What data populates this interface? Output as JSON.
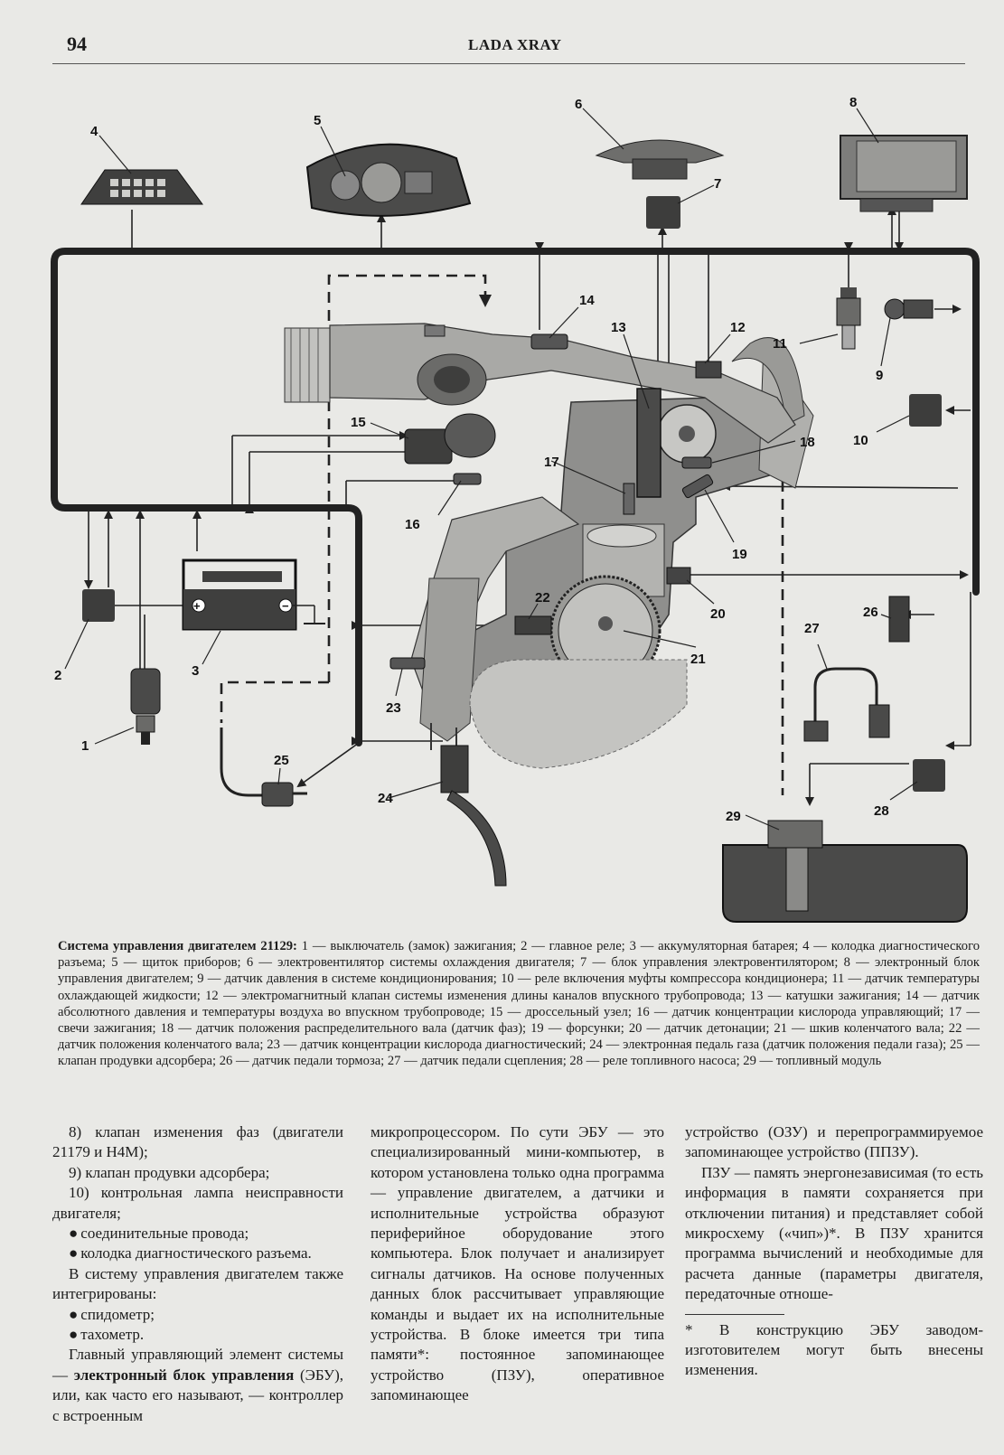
{
  "header": {
    "page_number": "94",
    "running_title": "LADA XRAY"
  },
  "diagram": {
    "labels": [
      "1",
      "2",
      "3",
      "4",
      "5",
      "6",
      "7",
      "8",
      "9",
      "10",
      "11",
      "12",
      "13",
      "14",
      "15",
      "16",
      "17",
      "18",
      "19",
      "20",
      "21",
      "22",
      "23",
      "24",
      "25",
      "26",
      "27",
      "28",
      "29"
    ]
  },
  "caption": {
    "title": "Система управления двигателем 21129:",
    "text": " 1 — выключатель (замок) зажигания; 2 — главное реле; 3 — аккумуляторная батарея; 4 — колодка диагностического разъема; 5 — щиток приборов; 6 — электровентилятор системы охлаждения двигателя; 7 — блок управления электровентилятором; 8 — электронный блок управления двигателем; 9 — датчик давления в системе кондиционирования; 10 — реле включения муфты компрессора кондиционера; 11 — датчик температуры охлаждающей жидкости; 12 — электромагнитный клапан системы изменения длины каналов впускного трубопровода; 13 — катушки зажигания; 14 — датчик абсолютного давления и температуры воздуха во впускном трубопроводе; 15 — дроссельный узел; 16 — датчик концентрации кислорода управляющий; 17 — свечи зажигания; 18 — датчик положения распределительного вала (датчик фаз); 19 — форсунки; 20 — датчик детонации; 21 — шкив коленчатого вала; 22 — датчик положения коленчатого вала; 23 — датчик концентрации кислорода диагностический; 24 — электронная педаль газа (датчик положения педали газа); 25 — клапан продувки адсорбера; 26 — датчик педали тормоза; 27 — датчик педали сцепления; 28 — реле топливного насоса; 29 — топливный модуль"
  },
  "columns": {
    "c1": {
      "p1": "8) клапан изменения фаз (двигатели 21179 и H4M);",
      "p2": "9) клапан продувки адсорбера;",
      "p3": "10) контрольная лампа неисправности двигателя;",
      "b1": "соединительные провода;",
      "b2": "колодка диагностического разъема.",
      "p4": "В систему управления двигателем также интегрированы:",
      "b3": "спидометр;",
      "b4": "тахометр.",
      "p5a": "Главный управляющий элемент системы — ",
      "p5b": "электронный блок управления",
      "p5c": " (ЭБУ), или, как часто его называют, — контроллер с встроенным"
    },
    "c2": {
      "p1": "микропроцессором. По сути ЭБУ — это специализированный мини-компьютер, в котором установлена только одна программа — управление двигателем, а датчики и исполнительные устройства образуют периферийное оборудование этого компьютера. Блок получает и анализирует сигналы датчиков. На основе полученных данных блок рассчитывает управляющие команды и выдает их на исполнительные устройства. В блоке имеется три типа памяти*: постоянное запоминающее устройство (ПЗУ), оперативное запоминающее"
    },
    "c3": {
      "p1": "устройство (ОЗУ) и перепрограммируемое запоминающее устройство (ППЗУ).",
      "p2": "ПЗУ — память энергонезависимая (то есть информация в памяти сохраняется при отключении питания) и представляет собой микросхему («чип»)*. В ПЗУ хранится программа вычислений и необходимые для расчета данные (параметры двигателя, передаточные отноше-",
      "footnote": "* В конструкцию ЭБУ заводом-изготовителем могут быть внесены изменения."
    }
  }
}
